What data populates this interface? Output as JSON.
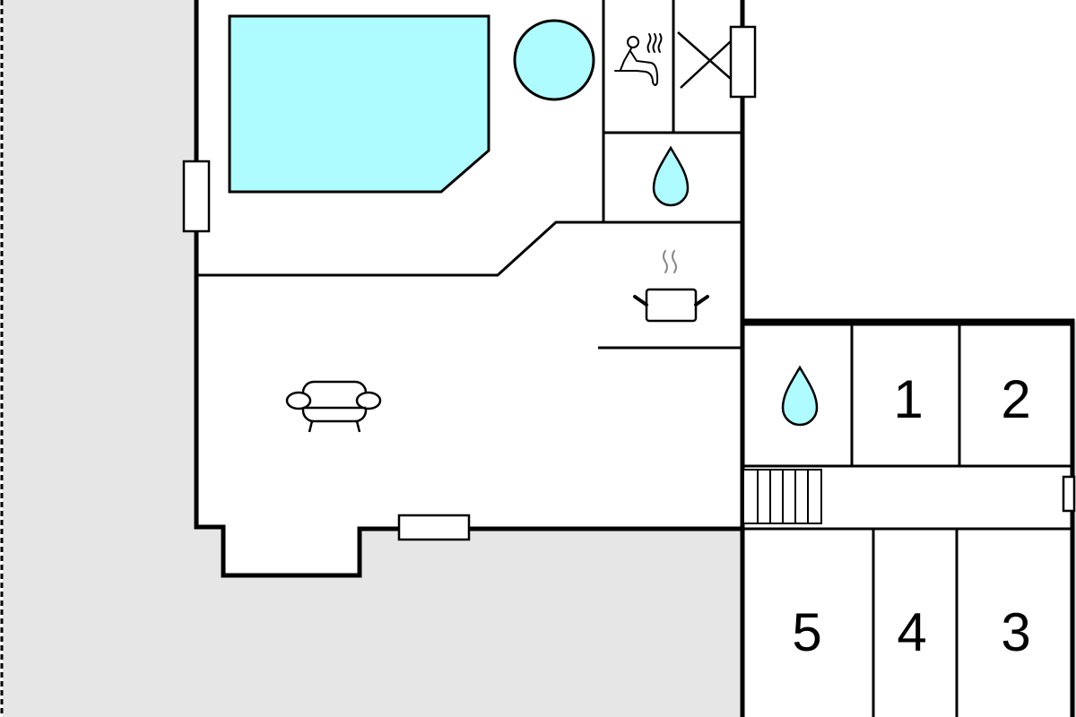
{
  "title": "Floor plan",
  "colors": {
    "water": "#aefcff",
    "outside": "#e6e6e6",
    "wall": "#000000"
  },
  "rooms": {
    "bedroom_1": "1",
    "bedroom_2": "2",
    "bedroom_3": "3",
    "bedroom_4": "4",
    "bedroom_5": "5"
  },
  "icons": [
    "pool",
    "hot-tub",
    "sauna-icon",
    "closet-x",
    "shower-drop-icon",
    "cooking-pot-icon",
    "sofa-icon",
    "stairs-icon",
    "window"
  ]
}
